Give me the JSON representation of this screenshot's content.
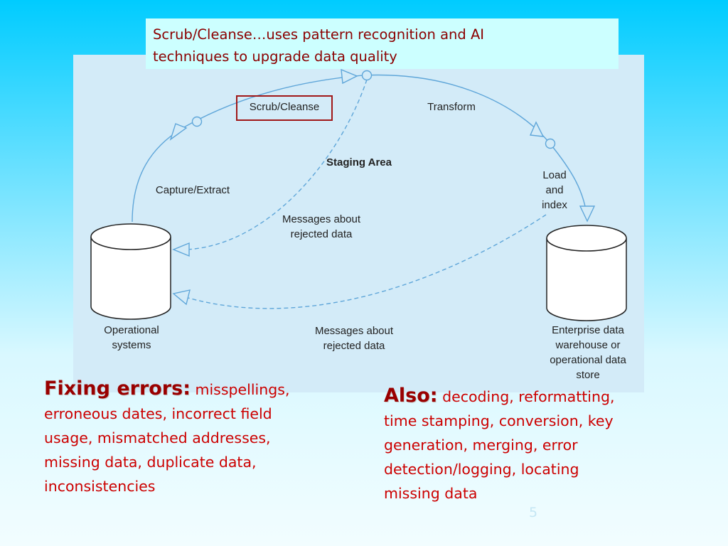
{
  "callout": {
    "line1": "Scrub/Cleanse…uses pattern recognition and AI",
    "line2": "techniques to upgrade data quality"
  },
  "diagram": {
    "scrub_cleanse": "Scrub/Cleanse",
    "transform": "Transform",
    "staging_area": "Staging Area",
    "capture_extract": "Capture/Extract",
    "load_index": [
      "Load",
      "and",
      "index"
    ],
    "messages_upper": [
      "Messages about",
      "rejected data"
    ],
    "messages_lower": [
      "Messages about",
      "rejected data"
    ],
    "operational_systems": [
      "Operational",
      "systems"
    ],
    "enterprise_store": [
      "Enterprise data",
      "warehouse or",
      "operational data",
      "store"
    ],
    "highlight_color": "#a01818",
    "line_color": "#5fa6d9"
  },
  "left_text": {
    "keyword": "Fixing errors:",
    "first_line_rest": " misspellings,",
    "lines": [
      "erroneous dates, incorrect field",
      "usage, mismatched addresses,",
      "missing data, duplicate data,",
      "inconsistencies"
    ]
  },
  "right_text": {
    "keyword": "Also:",
    "first_line_rest": " decoding, reformatting,",
    "lines": [
      "time stamping, conversion, key",
      "generation, merging, error",
      "detection/logging, locating",
      "missing data"
    ]
  },
  "page_number": "5"
}
